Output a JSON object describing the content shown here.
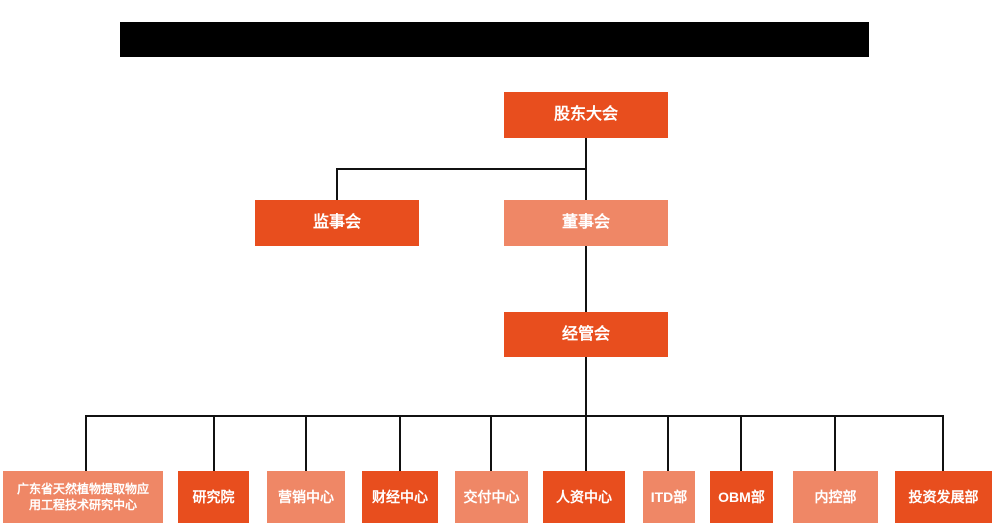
{
  "page": {
    "background": "#ffffff",
    "description": "company organization chart"
  },
  "colors": {
    "primary": "#E84E1E",
    "secondary": "#EF8766",
    "line": "#111111",
    "redacted_bar": "#000000",
    "node_text": "#ffffff"
  },
  "title_bar": {
    "type": "redacted-black-bar",
    "text": ""
  },
  "org_chart": {
    "root": {
      "label": "股东大会",
      "variant": "primary"
    },
    "level2": [
      {
        "label": "监事会",
        "variant": "primary"
      },
      {
        "label": "董事会",
        "variant": "secondary"
      }
    ],
    "level3": [
      {
        "label": "经管会",
        "variant": "primary"
      }
    ],
    "departments": [
      {
        "label": "广东省天然植物提取物应\n用工程技术研究中心",
        "variant": "secondary"
      },
      {
        "label": "研究院",
        "variant": "primary"
      },
      {
        "label": "营销中心",
        "variant": "secondary"
      },
      {
        "label": "财经中心",
        "variant": "primary"
      },
      {
        "label": "交付中心",
        "variant": "secondary"
      },
      {
        "label": "人资中心",
        "variant": "primary"
      },
      {
        "label": "ITD部",
        "variant": "secondary"
      },
      {
        "label": "OBM部",
        "variant": "primary"
      },
      {
        "label": "内控部",
        "variant": "secondary"
      },
      {
        "label": "投资发展部",
        "variant": "primary"
      }
    ]
  }
}
